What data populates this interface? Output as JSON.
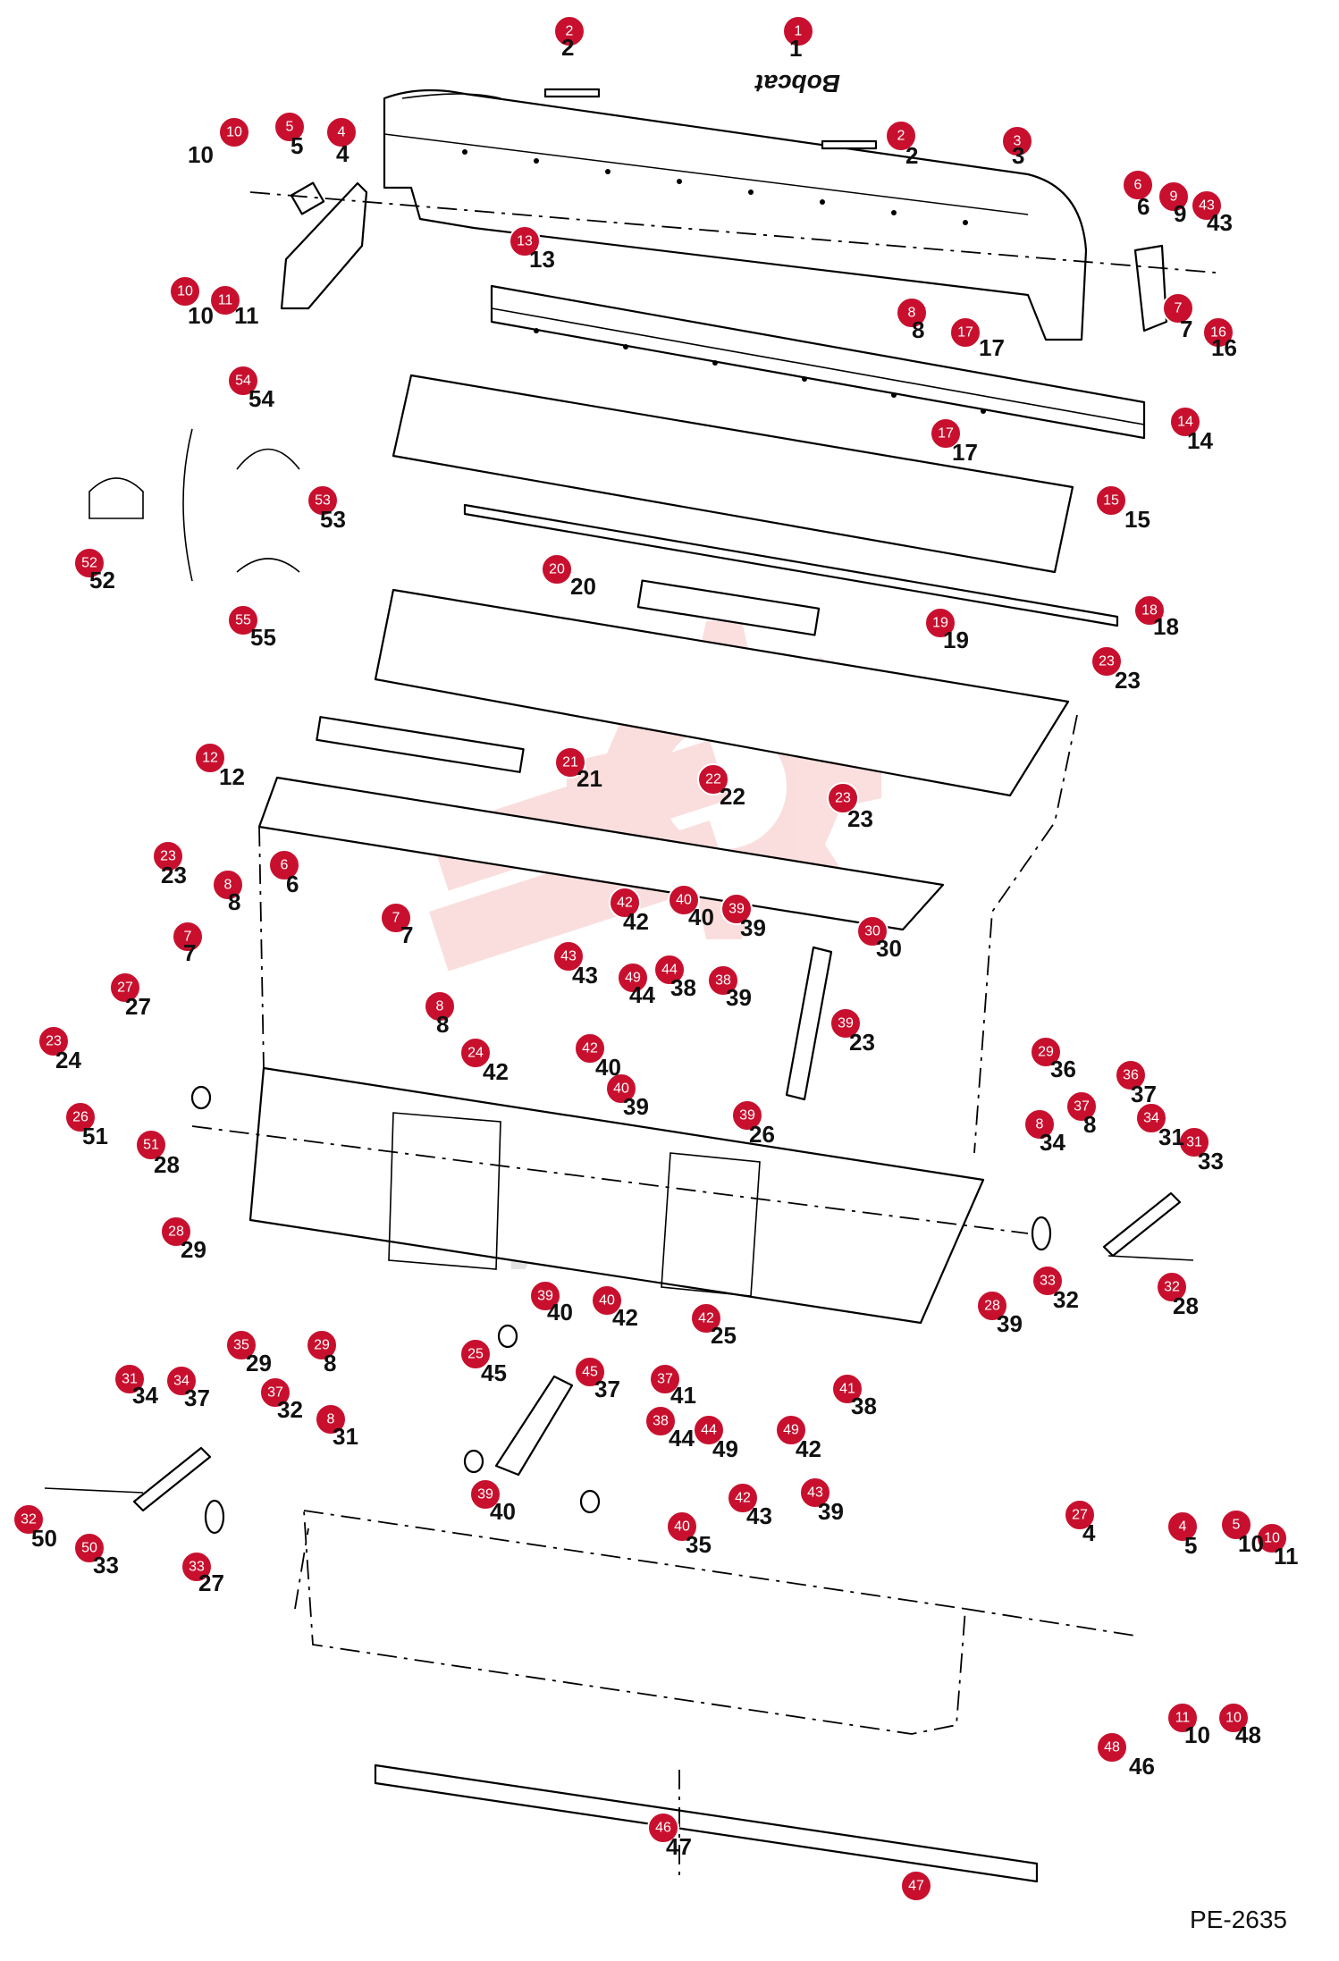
{
  "reference_code": "PE-2635",
  "watermark": {
    "text": "ИНТЕХ",
    "color": "#c8102e"
  },
  "brand_mark": "Bobcat",
  "callout_color": "#c8102e",
  "callouts": [
    {
      "n": "1",
      "label": "1"
    },
    {
      "n": "2",
      "label": "2"
    },
    {
      "n": "2",
      "label": "2"
    },
    {
      "n": "3",
      "label": "3"
    },
    {
      "n": "4",
      "label": "4"
    },
    {
      "n": "5",
      "label": "5"
    },
    {
      "n": "10",
      "label": "10"
    },
    {
      "n": "10",
      "label": "10"
    },
    {
      "n": "11",
      "label": "11"
    },
    {
      "n": "13",
      "label": "13"
    },
    {
      "n": "6",
      "label": "6"
    },
    {
      "n": "9",
      "label": "9"
    },
    {
      "n": "43",
      "label": "43"
    },
    {
      "n": "7",
      "label": "7"
    },
    {
      "n": "8",
      "label": "8"
    },
    {
      "n": "17",
      "label": "17"
    },
    {
      "n": "16",
      "label": "16"
    },
    {
      "n": "14",
      "label": "14"
    },
    {
      "n": "17",
      "label": "17"
    },
    {
      "n": "15",
      "label": "15"
    },
    {
      "n": "54",
      "label": "54"
    },
    {
      "n": "53",
      "label": "53"
    },
    {
      "n": "52",
      "label": "52"
    },
    {
      "n": "55",
      "label": "55"
    },
    {
      "n": "20",
      "label": "20"
    },
    {
      "n": "18",
      "label": "18"
    },
    {
      "n": "19",
      "label": "19"
    },
    {
      "n": "23",
      "label": "23"
    },
    {
      "n": "12",
      "label": "12"
    },
    {
      "n": "21",
      "label": "21"
    },
    {
      "n": "22",
      "label": "22"
    },
    {
      "n": "23",
      "label": "23"
    },
    {
      "n": "23",
      "label": "23"
    },
    {
      "n": "6",
      "label": "6"
    },
    {
      "n": "8",
      "label": "8"
    },
    {
      "n": "7",
      "label": "7"
    },
    {
      "n": "7",
      "label": "7"
    },
    {
      "n": "27",
      "label": "27"
    },
    {
      "n": "8",
      "label": "8"
    },
    {
      "n": "42",
      "label": "42"
    },
    {
      "n": "40",
      "label": "40"
    },
    {
      "n": "39",
      "label": "39"
    },
    {
      "n": "30",
      "label": "30"
    },
    {
      "n": "43",
      "label": "43"
    },
    {
      "n": "49",
      "label": "49"
    },
    {
      "n": "44",
      "label": "44"
    },
    {
      "n": "38",
      "label": "38"
    },
    {
      "n": "39",
      "label": "39"
    },
    {
      "n": "23",
      "label": "23"
    },
    {
      "n": "24",
      "label": "24"
    },
    {
      "n": "42",
      "label": "42"
    },
    {
      "n": "40",
      "label": "40"
    },
    {
      "n": "39",
      "label": "39"
    },
    {
      "n": "26",
      "label": "26"
    },
    {
      "n": "51",
      "label": "51"
    },
    {
      "n": "28",
      "label": "28"
    },
    {
      "n": "29",
      "label": "29"
    },
    {
      "n": "36",
      "label": "36"
    },
    {
      "n": "37",
      "label": "37"
    },
    {
      "n": "8",
      "label": "8"
    },
    {
      "n": "34",
      "label": "34"
    },
    {
      "n": "31",
      "label": "31"
    },
    {
      "n": "33",
      "label": "33"
    },
    {
      "n": "32",
      "label": "32"
    },
    {
      "n": "28",
      "label": "28"
    },
    {
      "n": "39",
      "label": "39"
    },
    {
      "n": "40",
      "label": "40"
    },
    {
      "n": "42",
      "label": "42"
    },
    {
      "n": "25",
      "label": "25"
    },
    {
      "n": "45",
      "label": "45"
    },
    {
      "n": "37",
      "label": "37"
    },
    {
      "n": "41",
      "label": "41"
    },
    {
      "n": "38",
      "label": "38"
    },
    {
      "n": "44",
      "label": "44"
    },
    {
      "n": "49",
      "label": "49"
    },
    {
      "n": "42",
      "label": "42"
    },
    {
      "n": "43",
      "label": "43"
    },
    {
      "n": "39",
      "label": "39"
    },
    {
      "n": "40",
      "label": "40"
    },
    {
      "n": "35",
      "label": "35"
    },
    {
      "n": "29",
      "label": "29"
    },
    {
      "n": "8",
      "label": "8"
    },
    {
      "n": "31",
      "label": "31"
    },
    {
      "n": "34",
      "label": "34"
    },
    {
      "n": "37",
      "label": "37"
    },
    {
      "n": "32",
      "label": "32"
    },
    {
      "n": "50",
      "label": "50"
    },
    {
      "n": "33",
      "label": "33"
    },
    {
      "n": "27",
      "label": "27"
    },
    {
      "n": "4",
      "label": "4"
    },
    {
      "n": "5",
      "label": "5"
    },
    {
      "n": "10",
      "label": "10"
    },
    {
      "n": "11",
      "label": "11"
    },
    {
      "n": "10",
      "label": "10"
    },
    {
      "n": "48",
      "label": "48"
    },
    {
      "n": "46",
      "label": "46"
    },
    {
      "n": "47",
      "label": "47"
    }
  ],
  "part_labels": [
    "1",
    "2",
    "2",
    "3",
    "4",
    "5",
    "10",
    "10",
    "11",
    "13",
    "6",
    "9",
    "43",
    "7",
    "8",
    "17",
    "16",
    "14",
    "17",
    "15",
    "54",
    "53",
    "52",
    "55",
    "20",
    "18",
    "19",
    "23",
    "12",
    "21",
    "22",
    "23",
    "23",
    "6",
    "8",
    "7",
    "7",
    "27",
    "8",
    "42",
    "40",
    "39",
    "30",
    "43",
    "44",
    "38",
    "39",
    "23",
    "24",
    "42",
    "40",
    "39",
    "26",
    "51",
    "28",
    "29",
    "36",
    "37",
    "8",
    "34",
    "31",
    "33",
    "32",
    "28",
    "39",
    "40",
    "42",
    "25",
    "45",
    "37",
    "41",
    "38",
    "44",
    "49",
    "42",
    "43",
    "39",
    "40",
    "35",
    "29",
    "8",
    "31",
    "34",
    "37",
    "32",
    "50",
    "33",
    "27",
    "4",
    "5",
    "10",
    "11",
    "10",
    "48",
    "46",
    "47"
  ]
}
